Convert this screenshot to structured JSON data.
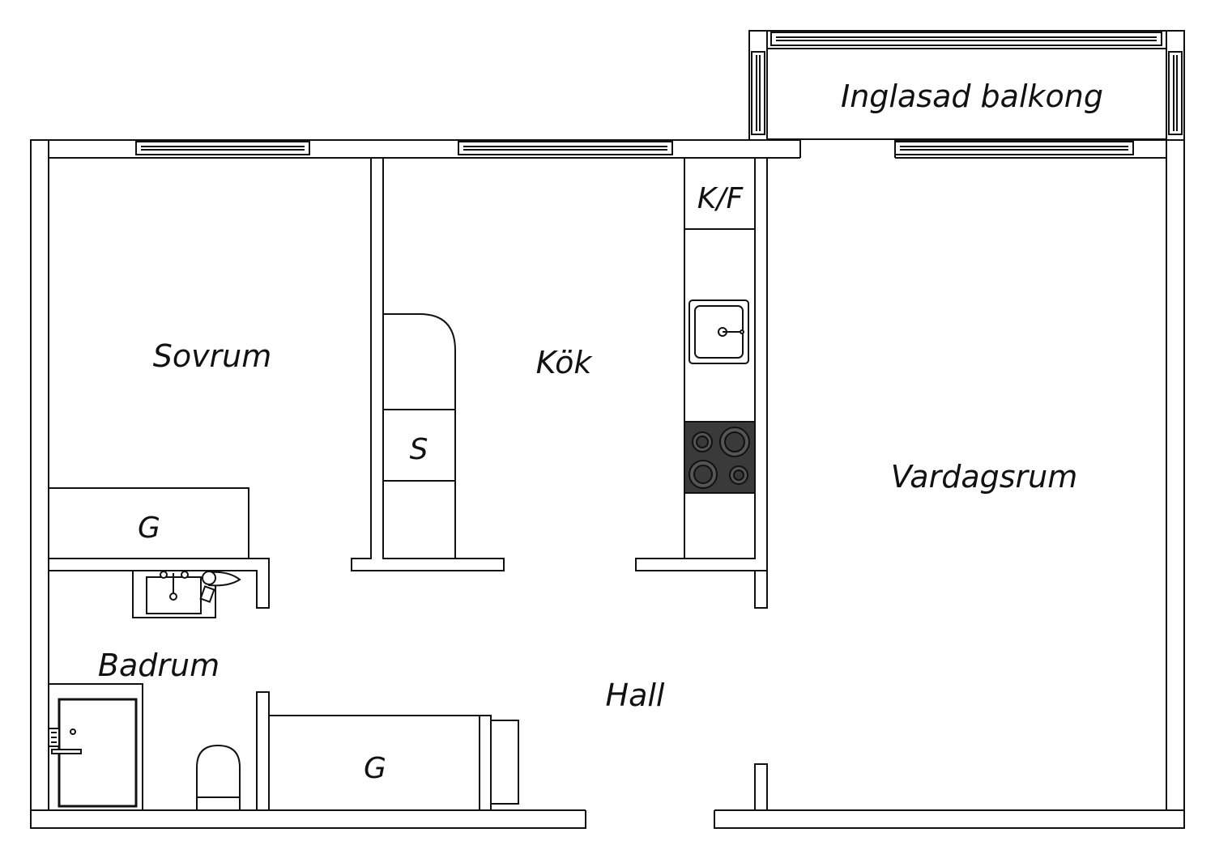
{
  "rooms": {
    "balcony": "Inglasad balkong",
    "bedroom": "Sovrum",
    "kitchen": "Kök",
    "living_room": "Vardagsrum",
    "bathroom": "Badrum",
    "hall": "Hall"
  },
  "fixtures": {
    "fridge_freezer": "K/F",
    "pantry_cabinet": "S",
    "wardrobe_bedroom": "G",
    "wardrobe_hall": "G"
  },
  "colors": {
    "wall": "#ffffff",
    "stroke": "#111111",
    "stove": "#3a3a3a"
  }
}
